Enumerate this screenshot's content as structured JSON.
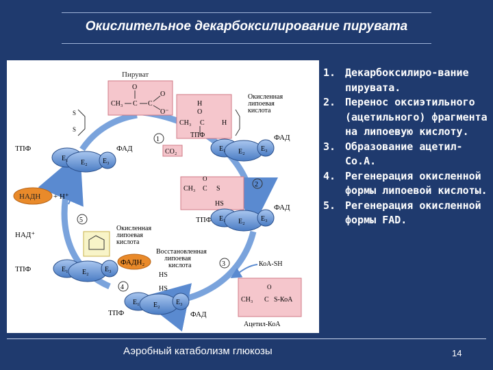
{
  "title": "Окислительное декарбоксилирование пирувата",
  "steps": [
    {
      "num": "1.",
      "text": "Декарбоксилиро-вание пирувата."
    },
    {
      "num": "2.",
      "text": "Перенос оксиэтильного (ацетильного) фрагмента на липоевую кислоту."
    },
    {
      "num": "3.",
      "text": "Образование ацетил-Со.А."
    },
    {
      "num": "4.",
      "text": "Регенерация окисленной формы липоевой кислоты."
    },
    {
      "num": "5.",
      "text": "Регенерация окисленной формы FAD."
    }
  ],
  "footer": "Аэробный катаболизм глюкозы",
  "page_number": "14",
  "diagram": {
    "pyruvate": "Пируват",
    "ox_lipoic_1": "Окисленная",
    "ox_lipoic_2": "липоевая",
    "ox_lipoic_3": "кислота",
    "red_lipoic_1": "Восстановленная",
    "red_lipoic_2": "липоевая",
    "red_lipoic_3": "кислота",
    "tpp": "ТПФ",
    "fad": "ФАД",
    "fadh2": "ФАДН₂",
    "e1": "E₁",
    "e2": "E₂",
    "e3": "E₃",
    "co2": "CO₂",
    "nadh": "НАДН",
    "h_plus": "+ H⁺",
    "nad": "НАД⁺",
    "coa_sh": "КоА-SH",
    "acetyl_coa": "Ацетил-КоА",
    "s_coa": "S-КоА",
    "ch3": "CH₃",
    "c": "C",
    "o": "O",
    "o_minus": "O⁻",
    "oh": "OH",
    "h": "H",
    "hs": "HS",
    "s": "S",
    "step_nums": [
      "1",
      "2",
      "3",
      "4",
      "5"
    ]
  },
  "colors": {
    "background": "#1f3a6e",
    "enzyme_blue": "#6f9bd6",
    "box_pink": "#f5c6cc",
    "box_yellow": "#f8f4c8",
    "nadh_orange": "#e98a2a",
    "arrow_blue": "#5a8ad0"
  }
}
